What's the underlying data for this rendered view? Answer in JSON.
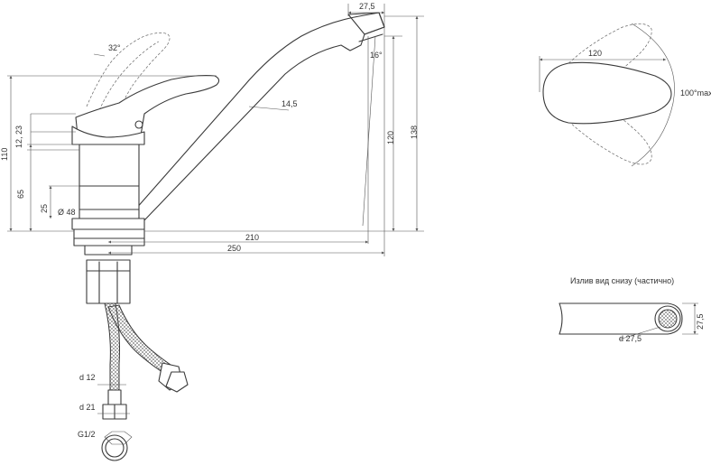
{
  "main_view": {
    "dimensions": {
      "spout_width": "27,5",
      "spout_angle": "16°",
      "spout_tube": "14,5",
      "handle_angle": "32°",
      "handle_height": "12, 23",
      "total_height": "110",
      "body_height": "65",
      "base_height": "25",
      "body_diameter": "Ø 48",
      "reach_210": "210",
      "reach_250": "250",
      "spout_height": "120",
      "overall_height": "138",
      "hose_d12": "d 12",
      "hose_d21": "d 21",
      "thread": "G1/2"
    }
  },
  "top_view": {
    "length": "120",
    "rotation": "100°max"
  },
  "bottom_view": {
    "caption": "Излив вид снизу (частично)",
    "diameter": "d 27,5",
    "height": "27,5"
  }
}
